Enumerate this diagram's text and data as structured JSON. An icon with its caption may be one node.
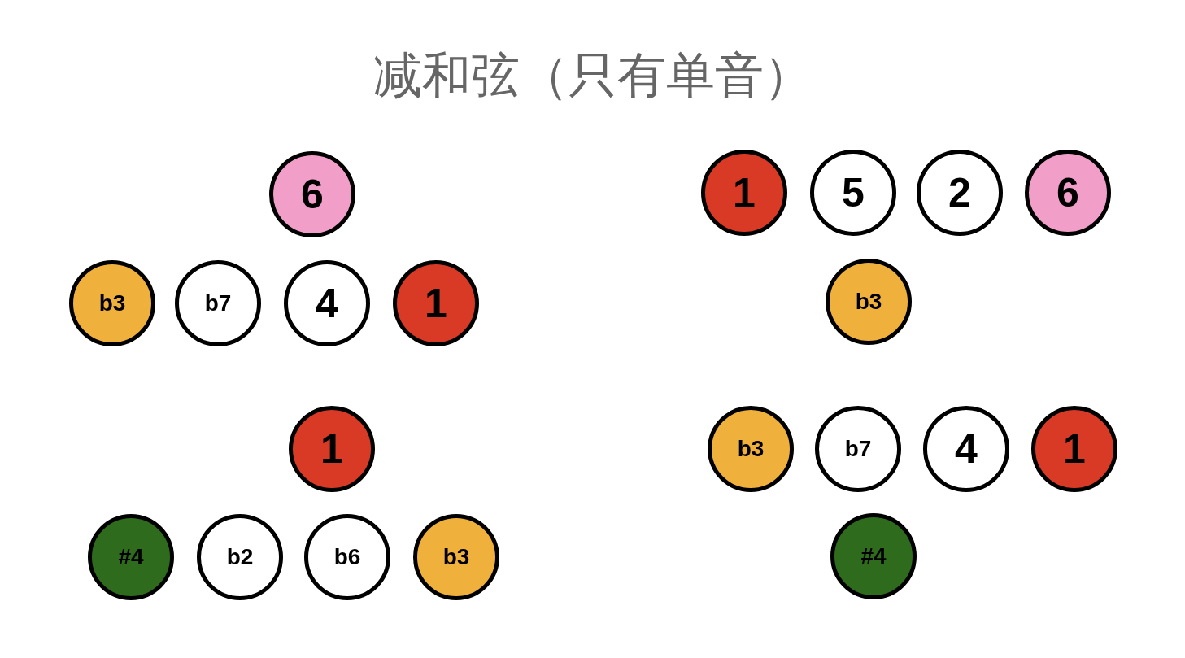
{
  "diagram": {
    "title": "减和弦（只有单音）",
    "nodes": [
      {
        "text": [
          "6"
        ]
      },
      {
        "text": [
          "b3"
        ]
      },
      {
        "text": [
          "b7"
        ]
      },
      {
        "text": [
          "4"
        ]
      },
      {
        "text": [
          "1"
        ]
      },
      {
        "text": [
          "1"
        ]
      },
      {
        "text": [
          "5"
        ]
      },
      {
        "text": [
          "2"
        ]
      },
      {
        "text": [
          "6"
        ]
      },
      {
        "text": [
          "b3"
        ]
      },
      {
        "text": [
          "1"
        ]
      },
      {
        "text": [
          "#4"
        ]
      },
      {
        "text": [
          "b2"
        ]
      },
      {
        "text": [
          "b6"
        ]
      },
      {
        "text": [
          "b3"
        ]
      },
      {
        "text": [
          "b3"
        ]
      },
      {
        "text": [
          "b7"
        ]
      },
      {
        "text": [
          "4"
        ]
      },
      {
        "text": [
          "1"
        ]
      },
      {
        "text": [
          "#4"
        ]
      }
    ]
  }
}
